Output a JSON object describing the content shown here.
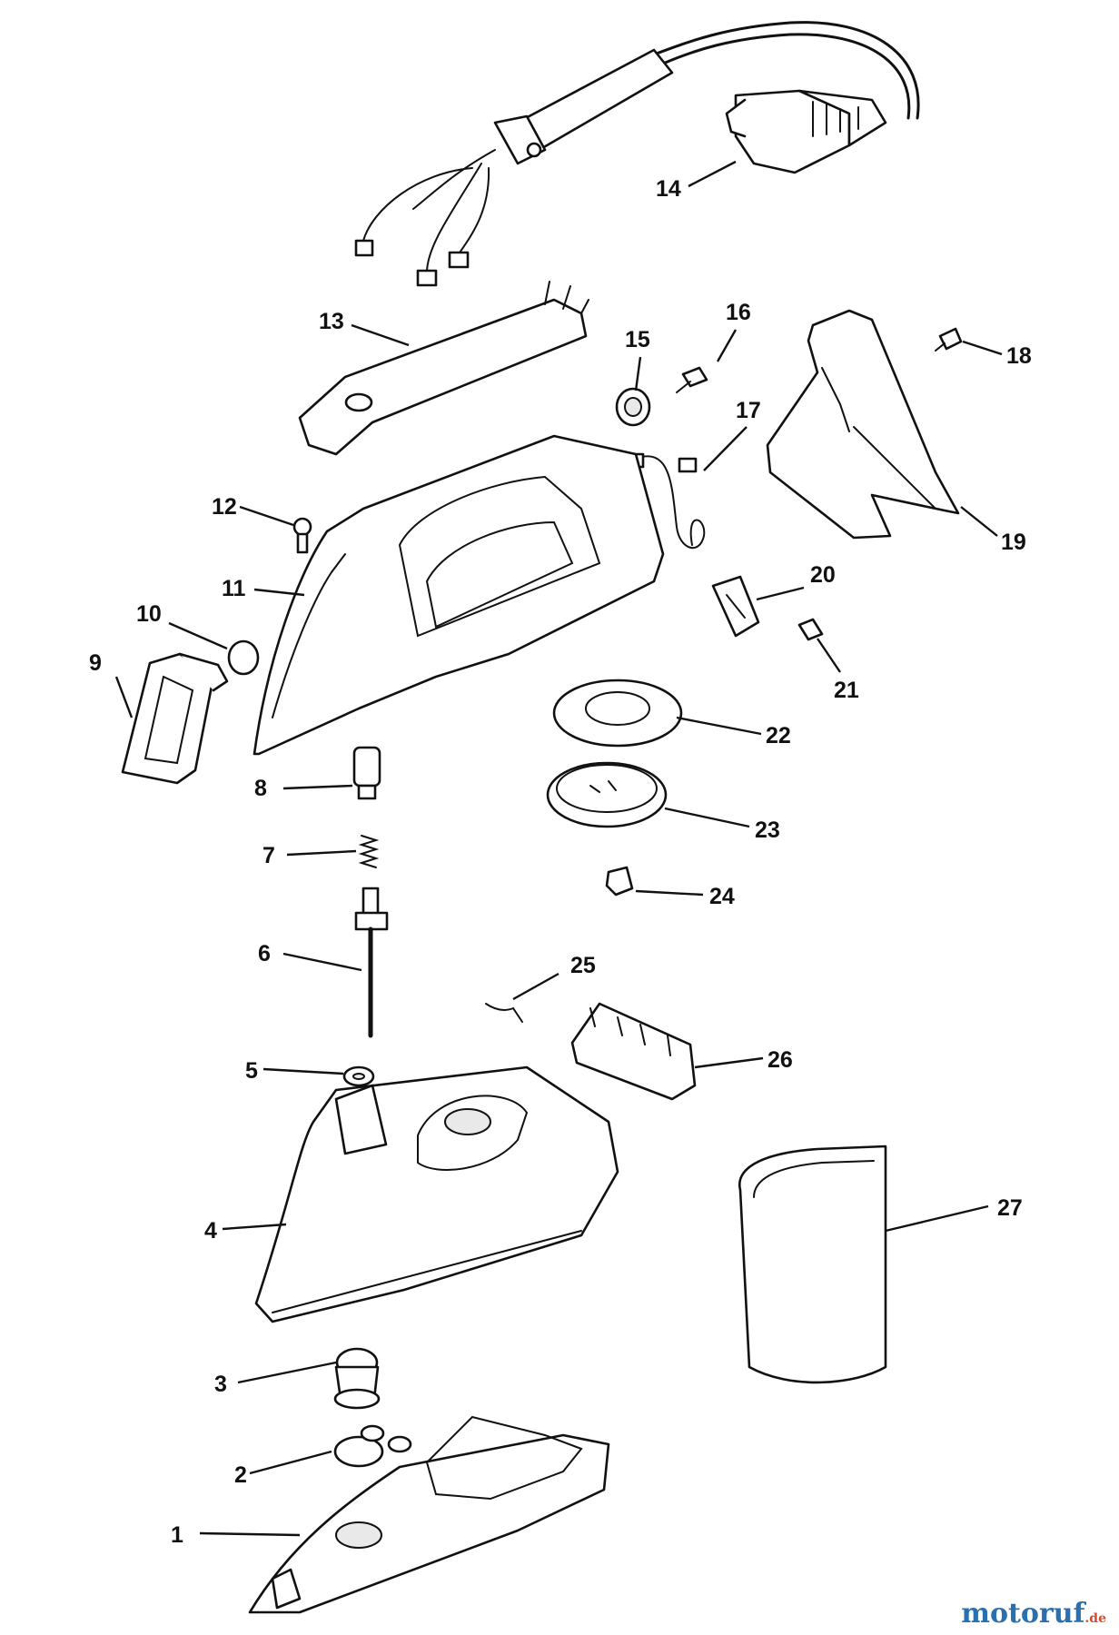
{
  "callouts": [
    "1",
    "2",
    "3",
    "4",
    "5",
    "6",
    "7",
    "8",
    "9",
    "10",
    "11",
    "12",
    "13",
    "14",
    "15",
    "16",
    "17",
    "18",
    "19",
    "20",
    "21",
    "22",
    "23",
    "24",
    "25",
    "26",
    "27"
  ],
  "watermark": {
    "text": "motoruf",
    "suffix": ".de"
  },
  "colors": {
    "ink": "#111111",
    "watermark": "#2a6fb0",
    "watermark_suffix": "#d24a2a"
  }
}
